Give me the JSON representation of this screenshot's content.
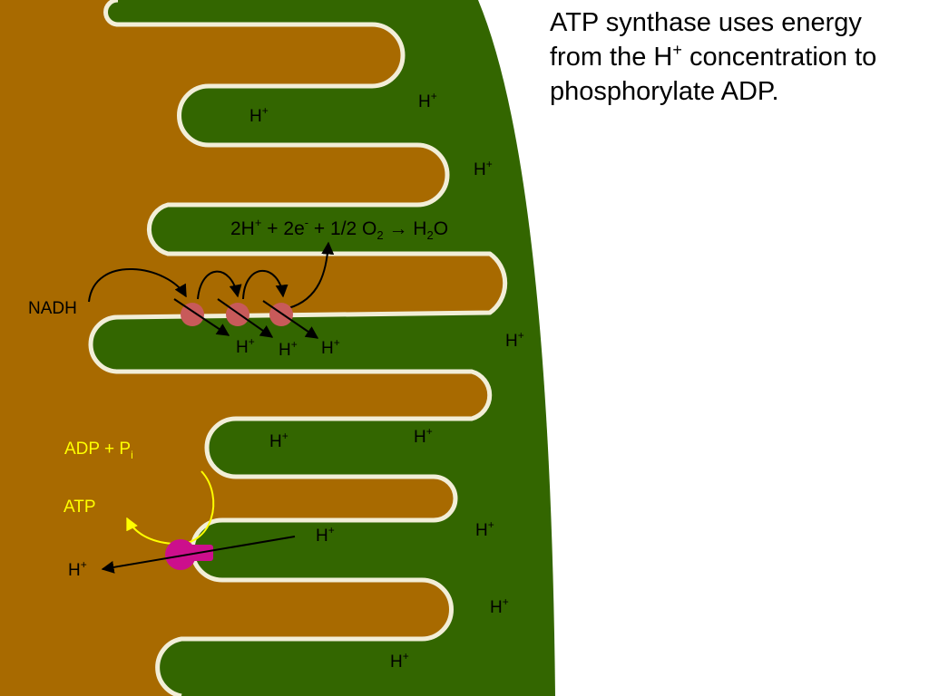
{
  "caption": {
    "line1": "ATP synthase uses energy",
    "line2_pre": "from the H",
    "line2_sup": "+",
    "line2_post": " concentration to",
    "line3": "phosphorylate ADP."
  },
  "proton": {
    "base": "H",
    "sup": "+"
  },
  "reaction": {
    "a": "2H",
    "a_sup": "+",
    "b": " + 2e",
    "b_sup": "-",
    "c": " + 1/2 O",
    "c_sub": "2",
    "arrow": " → ",
    "d": "H",
    "d_sub": "2",
    "e": "O"
  },
  "nadh_label": "NADH",
  "adp_label": {
    "base": "ADP + P",
    "sub": "i"
  },
  "atp_label": "ATP",
  "colors": {
    "matrix": "#a86a00",
    "intermembrane": "#336600",
    "membrane": "#f2eed8",
    "carrier": "#c85a5a",
    "atp_synthase": "#cc0f8c",
    "atp_text": "#ffff00"
  }
}
